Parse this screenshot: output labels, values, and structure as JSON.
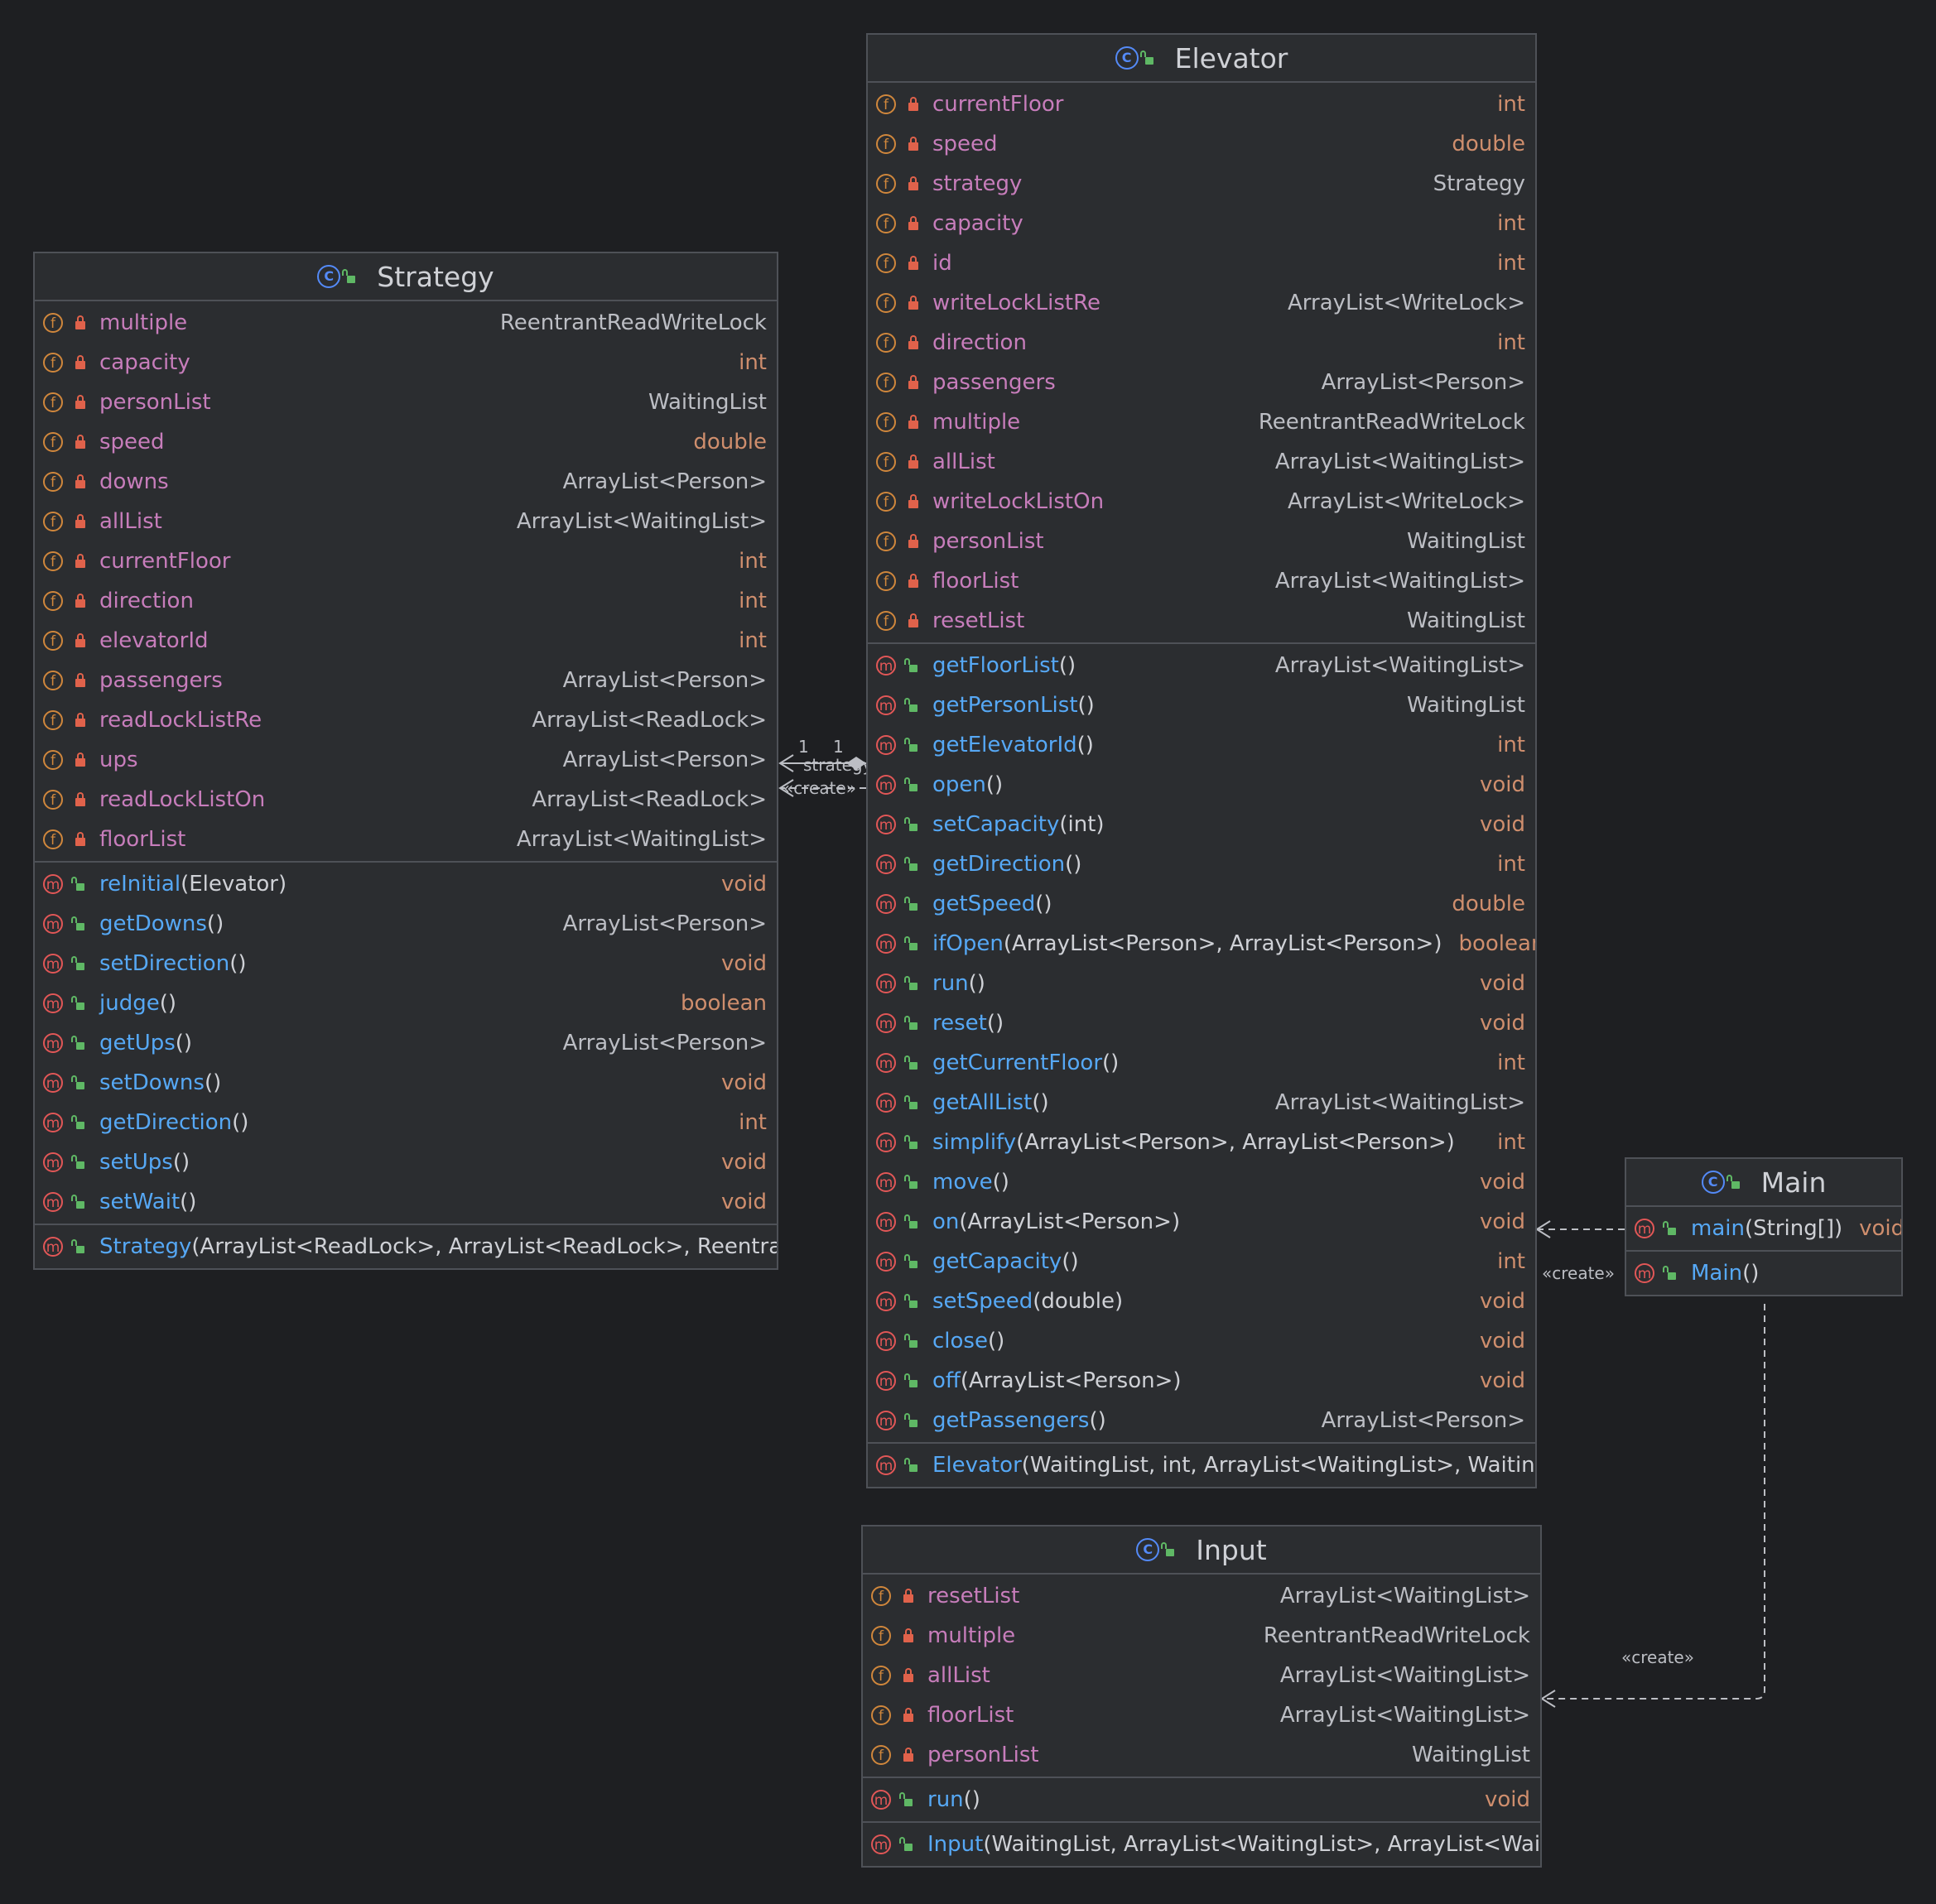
{
  "classes": {
    "elevator": {
      "name": "Elevator",
      "fields": [
        {
          "name": "currentFloor",
          "type": "int",
          "prim": true
        },
        {
          "name": "speed",
          "type": "double",
          "prim": true
        },
        {
          "name": "strategy",
          "type": "Strategy",
          "prim": false
        },
        {
          "name": "capacity",
          "type": "int",
          "prim": true
        },
        {
          "name": "id",
          "type": "int",
          "prim": true
        },
        {
          "name": "writeLockListRe",
          "type": "ArrayList<WriteLock>",
          "prim": false
        },
        {
          "name": "direction",
          "type": "int",
          "prim": true
        },
        {
          "name": "passengers",
          "type": "ArrayList<Person>",
          "prim": false
        },
        {
          "name": "multiple",
          "type": "ReentrantReadWriteLock",
          "prim": false
        },
        {
          "name": "allList",
          "type": "ArrayList<WaitingList>",
          "prim": false
        },
        {
          "name": "writeLockListOn",
          "type": "ArrayList<WriteLock>",
          "prim": false
        },
        {
          "name": "personList",
          "type": "WaitingList",
          "prim": false
        },
        {
          "name": "floorList",
          "type": "ArrayList<WaitingList>",
          "prim": false
        },
        {
          "name": "resetList",
          "type": "WaitingList",
          "prim": false
        }
      ],
      "methods": [
        {
          "name": "getFloorList",
          "params": "()",
          "type": "ArrayList<WaitingList>",
          "prim": false
        },
        {
          "name": "getPersonList",
          "params": "()",
          "type": "WaitingList",
          "prim": false
        },
        {
          "name": "getElevatorId",
          "params": "()",
          "type": "int",
          "prim": true
        },
        {
          "name": "open",
          "params": "()",
          "type": "void",
          "prim": true
        },
        {
          "name": "setCapacity",
          "params": "(int)",
          "type": "void",
          "prim": true
        },
        {
          "name": "getDirection",
          "params": "()",
          "type": "int",
          "prim": true
        },
        {
          "name": "getSpeed",
          "params": "()",
          "type": "double",
          "prim": true
        },
        {
          "name": "ifOpen",
          "params": "(ArrayList<Person>, ArrayList<Person>)",
          "type": "boolean",
          "prim": true
        },
        {
          "name": "run",
          "params": "()",
          "type": "void",
          "prim": true
        },
        {
          "name": "reset",
          "params": "()",
          "type": "void",
          "prim": true
        },
        {
          "name": "getCurrentFloor",
          "params": "()",
          "type": "int",
          "prim": true
        },
        {
          "name": "getAllList",
          "params": "()",
          "type": "ArrayList<WaitingList>",
          "prim": false
        },
        {
          "name": "simplify",
          "params": "(ArrayList<Person>, ArrayList<Person>)",
          "type": "int",
          "prim": true
        },
        {
          "name": "move",
          "params": "()",
          "type": "void",
          "prim": true
        },
        {
          "name": "on",
          "params": "(ArrayList<Person>)",
          "type": "void",
          "prim": true
        },
        {
          "name": "getCapacity",
          "params": "()",
          "type": "int",
          "prim": true
        },
        {
          "name": "setSpeed",
          "params": "(double)",
          "type": "void",
          "prim": true
        },
        {
          "name": "close",
          "params": "()",
          "type": "void",
          "prim": true
        },
        {
          "name": "off",
          "params": "(ArrayList<Person>)",
          "type": "void",
          "prim": true
        },
        {
          "name": "getPassengers",
          "params": "()",
          "type": "ArrayList<Person>",
          "prim": false
        }
      ],
      "constructors": [
        {
          "name": "Elevator",
          "params": "(WaitingList, int, ArrayList<WaitingList>, WaitingL",
          "type": "",
          "prim": false
        }
      ]
    },
    "strategy": {
      "name": "Strategy",
      "fields": [
        {
          "name": "multiple",
          "type": "ReentrantReadWriteLock",
          "prim": false
        },
        {
          "name": "capacity",
          "type": "int",
          "prim": true
        },
        {
          "name": "personList",
          "type": "WaitingList",
          "prim": false
        },
        {
          "name": "speed",
          "type": "double",
          "prim": true
        },
        {
          "name": "downs",
          "type": "ArrayList<Person>",
          "prim": false
        },
        {
          "name": "allList",
          "type": "ArrayList<WaitingList>",
          "prim": false
        },
        {
          "name": "currentFloor",
          "type": "int",
          "prim": true
        },
        {
          "name": "direction",
          "type": "int",
          "prim": true
        },
        {
          "name": "elevatorId",
          "type": "int",
          "prim": true
        },
        {
          "name": "passengers",
          "type": "ArrayList<Person>",
          "prim": false
        },
        {
          "name": "readLockListRe",
          "type": "ArrayList<ReadLock>",
          "prim": false
        },
        {
          "name": "ups",
          "type": "ArrayList<Person>",
          "prim": false
        },
        {
          "name": "readLockListOn",
          "type": "ArrayList<ReadLock>",
          "prim": false
        },
        {
          "name": "floorList",
          "type": "ArrayList<WaitingList>",
          "prim": false
        }
      ],
      "methods": [
        {
          "name": "reInitial",
          "params": "(Elevator)",
          "type": "void",
          "prim": true
        },
        {
          "name": "getDowns",
          "params": "()",
          "type": "ArrayList<Person>",
          "prim": false
        },
        {
          "name": "setDirection",
          "params": "()",
          "type": "void",
          "prim": true
        },
        {
          "name": "judge",
          "params": "()",
          "type": "boolean",
          "prim": true
        },
        {
          "name": "getUps",
          "params": "()",
          "type": "ArrayList<Person>",
          "prim": false
        },
        {
          "name": "setDowns",
          "params": "()",
          "type": "void",
          "prim": true
        },
        {
          "name": "getDirection",
          "params": "()",
          "type": "int",
          "prim": true
        },
        {
          "name": "setUps",
          "params": "()",
          "type": "void",
          "prim": true
        },
        {
          "name": "setWait",
          "params": "()",
          "type": "void",
          "prim": true
        }
      ],
      "constructors": [
        {
          "name": "Strategy",
          "params": "(ArrayList<ReadLock>, ArrayList<ReadLock>, ReentrantR",
          "type": "",
          "prim": false
        }
      ]
    },
    "main": {
      "name": "Main",
      "fields": [],
      "methods": [
        {
          "name": "main",
          "params": "(String[])",
          "type": "void",
          "prim": true
        }
      ],
      "constructors": [
        {
          "name": "Main",
          "params": "()",
          "type": "",
          "prim": false
        }
      ]
    },
    "input": {
      "name": "Input",
      "fields": [
        {
          "name": "resetList",
          "type": "ArrayList<WaitingList>",
          "prim": false
        },
        {
          "name": "multiple",
          "type": "ReentrantReadWriteLock",
          "prim": false
        },
        {
          "name": "allList",
          "type": "ArrayList<WaitingList>",
          "prim": false
        },
        {
          "name": "floorList",
          "type": "ArrayList<WaitingList>",
          "prim": false
        },
        {
          "name": "personList",
          "type": "WaitingList",
          "prim": false
        }
      ],
      "methods": [
        {
          "name": "run",
          "params": "()",
          "type": "void",
          "prim": true
        }
      ],
      "constructors": [
        {
          "name": "Input",
          "params": "(WaitingList, ArrayList<WaitingList>, ArrayList<Waitin",
          "type": "",
          "prim": false
        }
      ]
    }
  },
  "relations": {
    "composition": {
      "label": "strategy",
      "mult_source": "1",
      "mult_target": "1"
    },
    "create_strategy": "«create»",
    "create_elevator": "«create»",
    "create_input": "«create»"
  },
  "icons": {
    "class_badge": "class-c-icon",
    "field_badge": "field-f-icon",
    "method_badge": "method-m-icon",
    "private": "lock-icon",
    "public": "lock-open-icon"
  },
  "colors": {
    "background": "#1e1f22",
    "box": "#2b2d30",
    "border": "#4e5157",
    "field_name": "#c77dbb",
    "method_name": "#56a8f5",
    "primitive_type": "#cf8e6d",
    "class_badge": "#548af7"
  }
}
